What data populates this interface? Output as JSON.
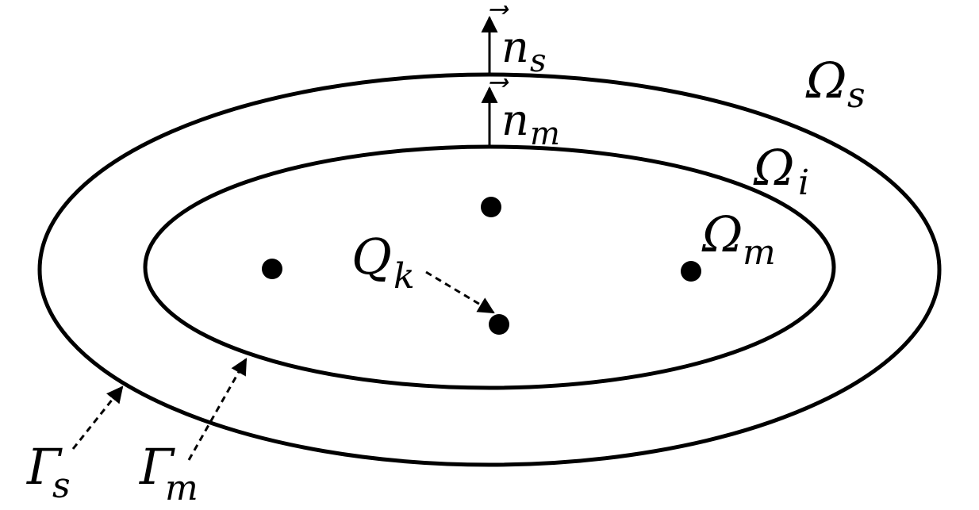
{
  "diagram": {
    "colors": {
      "stroke": "#000000",
      "background": "#ffffff"
    },
    "labels": {
      "omega_s": {
        "main": "Ω",
        "sub": "s"
      },
      "omega_i": {
        "main": "Ω",
        "sub": "i"
      },
      "omega_m": {
        "main": "Ω",
        "sub": "m"
      },
      "n_s": {
        "main": "n",
        "sub": "s",
        "arrow": "⃗"
      },
      "n_m": {
        "main": "n",
        "sub": "m",
        "arrow": "⃗"
      },
      "q_k": {
        "main": "Q",
        "sub": "k"
      },
      "gamma_s": {
        "main": "Γ",
        "sub": "s"
      },
      "gamma_m": {
        "main": "Γ",
        "sub": "m"
      }
    }
  }
}
